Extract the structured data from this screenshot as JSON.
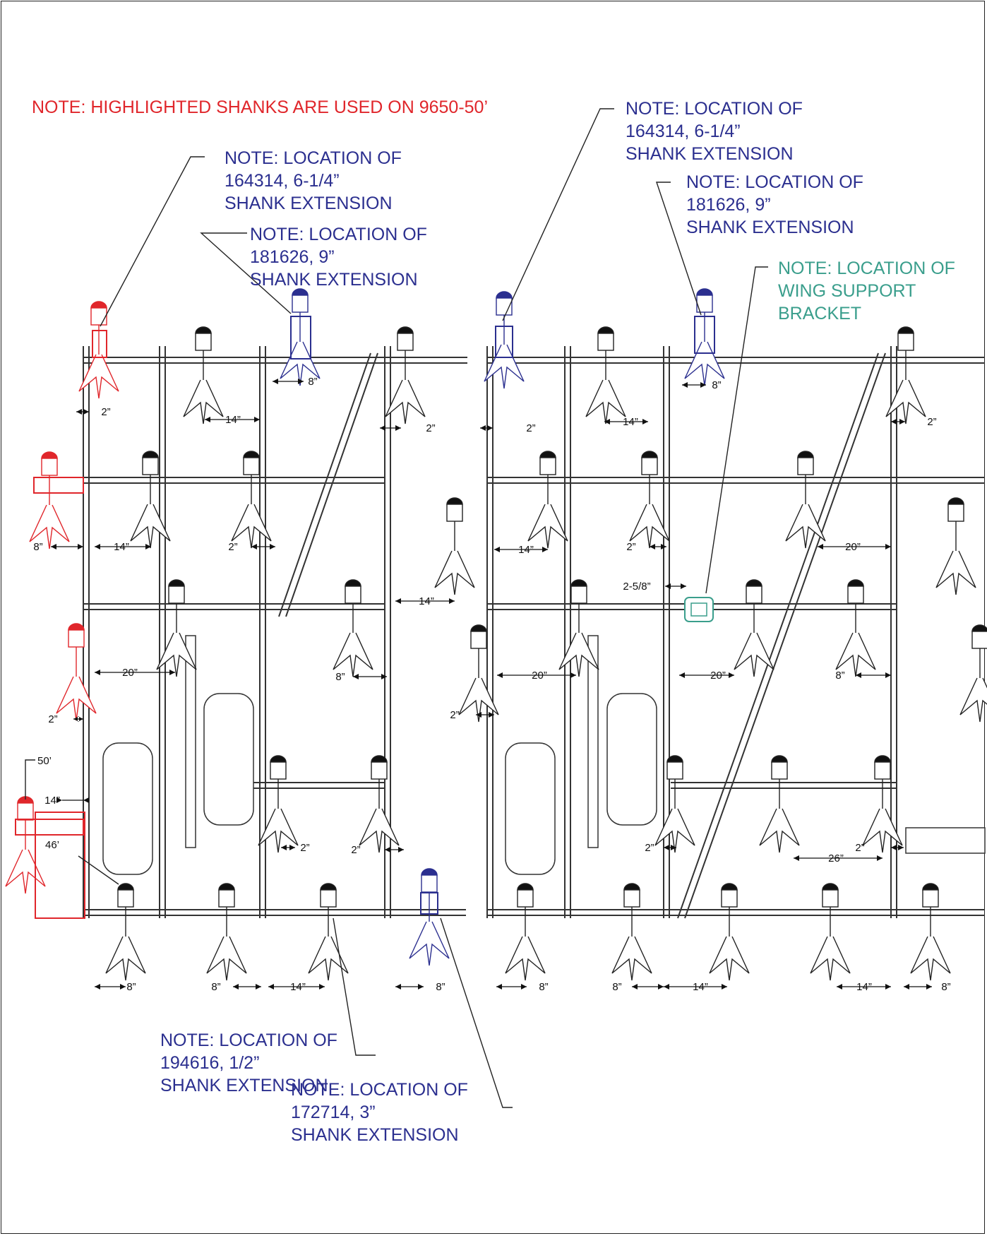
{
  "notes": {
    "highlighted": "NOTE: HIGHLIGHTED SHANKS ARE USED ON 9650-50’",
    "left_6_25": [
      "NOTE: LOCATION OF",
      "164314, 6-1/4”",
      "SHANK EXTENSION"
    ],
    "left_9": [
      "NOTE: LOCATION OF",
      "181626, 9”",
      "SHANK EXTENSION"
    ],
    "right_6_25": [
      "NOTE: LOCATION OF",
      "164314, 6-1/4”",
      "SHANK EXTENSION"
    ],
    "right_9": [
      "NOTE: LOCATION OF",
      "181626, 9”",
      "SHANK EXTENSION"
    ],
    "wing": [
      "NOTE: LOCATION OF",
      "WING SUPPORT",
      "BRACKET"
    ],
    "half": [
      "NOTE: LOCATION OF",
      "194616, 1/2”",
      "SHANK EXTENSION"
    ],
    "three": [
      "NOTE: LOCATION OF",
      "172714, 3”",
      "SHANK EXTENSION"
    ]
  },
  "dimensions": {
    "top_8_left": "8”",
    "top_8_right": "8”",
    "row1_2_a": "2”",
    "row1_14_a": "14”",
    "row1_2_b": "2”",
    "row1_2_c": "2”",
    "row1_14_b": "14”",
    "row1_2_d": "2”",
    "row2_8": "8”",
    "row2_14_a": "14”",
    "row2_2_a": "2”",
    "row2_14_b": "14”",
    "row2_2_b": "2”",
    "row2_20": "20”",
    "row3_14": "14”",
    "row3_2_5_8": "2-5/8”",
    "mid_20_a": "20”",
    "mid_8_a": "8”",
    "mid_20_b": "20”",
    "mid_20_c": "20”",
    "mid_8_b": "8”",
    "mid_2_a": "2”",
    "mid_2_b": "2”",
    "label_50": "50’",
    "label_14_wing": "14”",
    "label_46": "46’",
    "low_2_a": "2”",
    "low_2_b": "2”",
    "low_2_c": "2”",
    "low_2_d": "2”",
    "low_26": "26”",
    "bot": [
      "8”",
      "8”",
      "14”",
      "8”",
      "8”",
      "8”",
      "14”",
      "14”",
      "8”"
    ]
  },
  "colors": {
    "highlight": "#e0262b",
    "extension": "#2b2f8f",
    "bracket": "#3a9e8c",
    "frame": "#333333"
  }
}
